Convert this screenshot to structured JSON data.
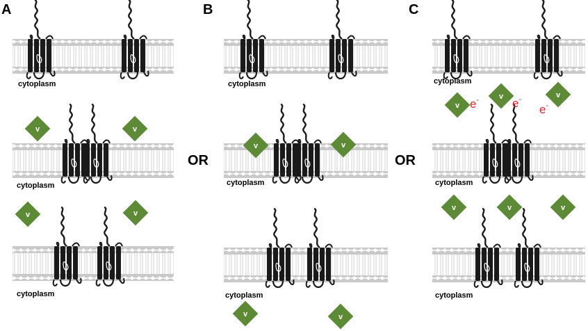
{
  "figure": {
    "colors": {
      "membrane": "#c9c9c9",
      "membrane_tail": "#d8d8d8",
      "protein": "#1a1a1a",
      "vesicle": "#5d8a34",
      "electron": "#e8232a"
    }
  },
  "panels": [
    {
      "letter": "A",
      "rows": [
        {
          "cytoplasm": "cytoplasm",
          "v_badges": [],
          "electrons": []
        },
        {
          "cytoplasm": "cytoplasm",
          "v_badges": [
            "v",
            "v"
          ],
          "electrons": []
        },
        {
          "cytoplasm": "cytoplasm",
          "v_badges": [
            "v",
            "v"
          ],
          "electrons": []
        }
      ]
    },
    {
      "letter": "B",
      "rows": [
        {
          "cytoplasm": "cytoplasm",
          "v_badges": [],
          "electrons": []
        },
        {
          "cytoplasm": "cytoplasm",
          "v_badges": [
            "v",
            "v"
          ],
          "electrons": []
        },
        {
          "cytoplasm": "cytoplasm",
          "v_badges": [
            "v",
            "v"
          ],
          "electrons": []
        }
      ]
    },
    {
      "letter": "C",
      "rows": [
        {
          "cytoplasm": "cytoplasm",
          "v_badges": [],
          "electrons": []
        },
        {
          "cytoplasm": "cytoplasm",
          "v_badges": [
            "v",
            "v",
            "v"
          ],
          "electrons": [
            "e",
            "e",
            "e"
          ],
          "electron_sup": "-"
        },
        {
          "cytoplasm": "cytoplasm",
          "v_badges": [
            "v",
            "v",
            "v"
          ],
          "electrons": []
        }
      ]
    }
  ],
  "connectors": [
    "OR",
    "OR"
  ]
}
